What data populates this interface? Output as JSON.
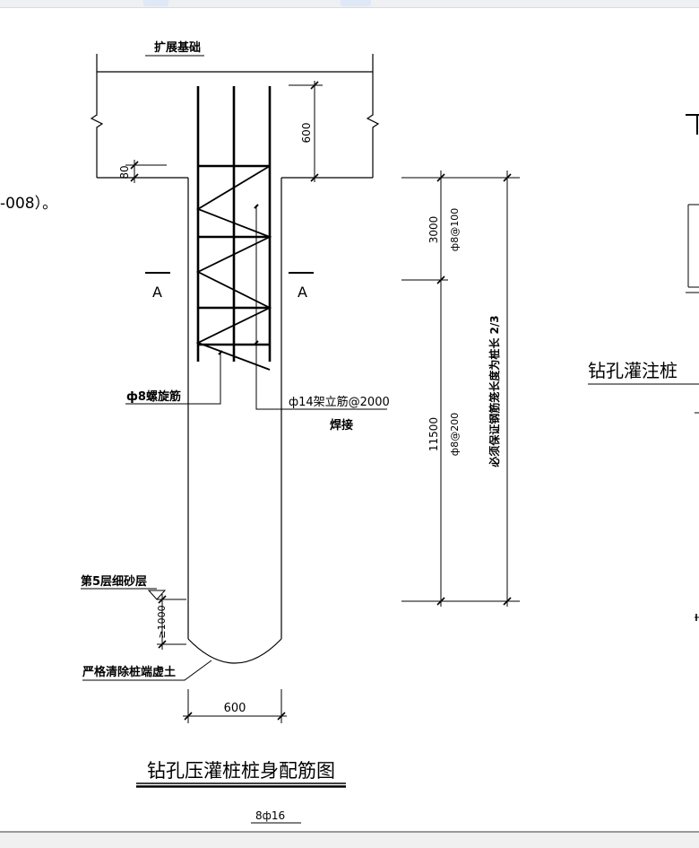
{
  "labels": {
    "foundation": "扩展基础",
    "cut_note": "-008）。",
    "section_mark": "A",
    "spiral": "ф8螺旋筋",
    "erect": "ф14架立筋@2000",
    "weld": "焊接",
    "sand_layer": "第5层细砂层",
    "clean_note": "严格清除桩端虚土",
    "title": "钻孔压灌桩桩身配筋图",
    "bottom_rebar": "8ф16",
    "side_title": "钻孔灌注桩",
    "anchor_note": "必须保证钢筋笼长度为桩长 2/3"
  },
  "dimensions": {
    "embed": "600",
    "cover": "80",
    "top_length": "3000",
    "top_spacing": "ф8@100",
    "body_length": "11500",
    "body_spacing": "ф8@200",
    "socket": "≥1000",
    "diameter": "600"
  }
}
